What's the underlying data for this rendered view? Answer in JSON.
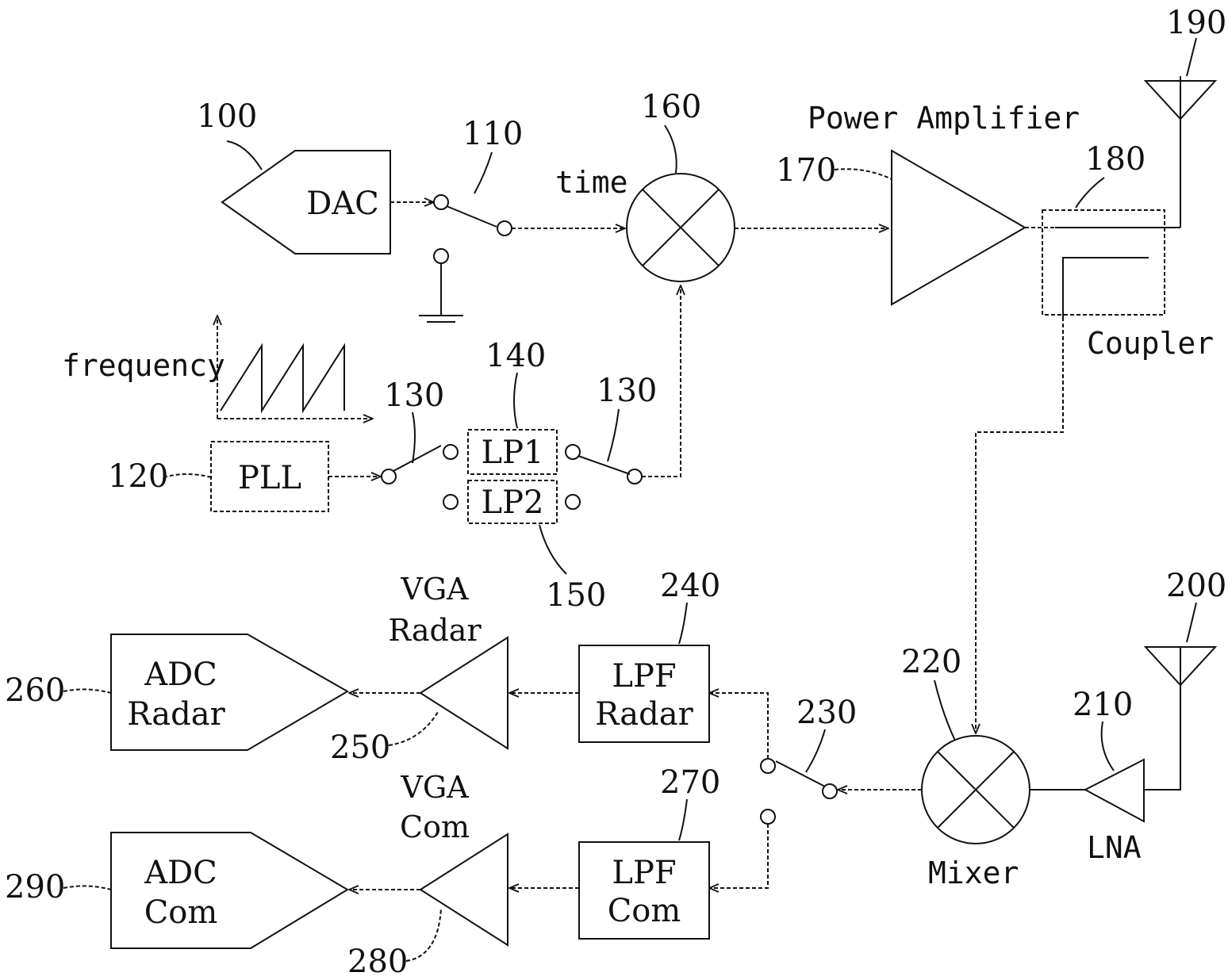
{
  "blocks": {
    "dac": "DAC",
    "pll": "PLL",
    "lp1": "LP1",
    "lp2": "LP2",
    "lpf_radar_line1": "LPF",
    "lpf_radar_line2": "Radar",
    "lpf_com_line1": "LPF",
    "lpf_com_line2": "Com",
    "adc_radar_line1": "ADC",
    "adc_radar_line2": "Radar",
    "adc_com_line1": "ADC",
    "adc_com_line2": "Com",
    "vga_radar_line1": "VGA",
    "vga_radar_line2": "Radar",
    "vga_com_line1": "VGA",
    "vga_com_line2": "Com",
    "power_amplifier": "Power Amplifier",
    "coupler": "Coupler",
    "mixer": "Mixer",
    "lna": "LNA",
    "time": "time",
    "frequency": "frequency"
  },
  "refs": {
    "r100": "100",
    "r110": "110",
    "r120": "120",
    "r130a": "130",
    "r130b": "130",
    "r140": "140",
    "r150": "150",
    "r160": "160",
    "r170": "170",
    "r180": "180",
    "r190": "190",
    "r200": "200",
    "r210": "210",
    "r220": "220",
    "r230": "230",
    "r240": "240",
    "r250": "250",
    "r260": "260",
    "r270": "270",
    "r280": "280",
    "r290": "290"
  }
}
